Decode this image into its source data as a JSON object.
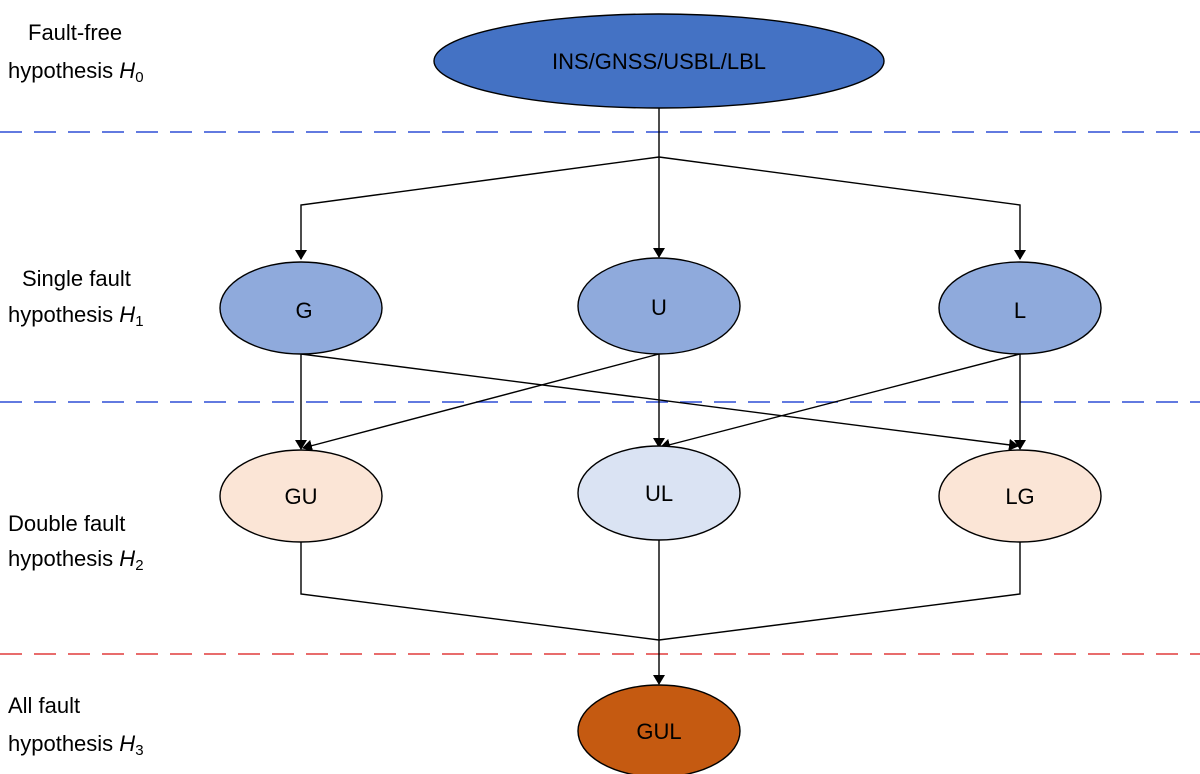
{
  "levels": [
    {
      "id": "h0",
      "line1": "Fault-free",
      "line2_text": "hypothesis ",
      "symbol": "H",
      "subscript": "0"
    },
    {
      "id": "h1",
      "line1": "Single fault",
      "line2_text": "hypothesis ",
      "symbol": "H",
      "subscript": "1"
    },
    {
      "id": "h2",
      "line1": "Double fault",
      "line2_text": "hypothesis ",
      "symbol": "H",
      "subscript": "2"
    },
    {
      "id": "h3",
      "line1": "All fault",
      "line2_text": "hypothesis ",
      "symbol": "H",
      "subscript": "3"
    }
  ],
  "nodes": {
    "root": {
      "label": "INS/GNSS/USBL/LBL",
      "color": "#4472C4"
    },
    "g": {
      "label": "G",
      "color": "#8FAADC"
    },
    "u": {
      "label": "U",
      "color": "#8FAADC"
    },
    "l": {
      "label": "L",
      "color": "#8FAADC"
    },
    "gu": {
      "label": "GU",
      "color": "#FBE5D6"
    },
    "ul": {
      "label": "UL",
      "color": "#DAE3F3"
    },
    "lg": {
      "label": "LG",
      "color": "#FBE5D6"
    },
    "gul": {
      "label": "GUL",
      "color": "#C55A11"
    }
  },
  "separators": [
    {
      "id": "sep-1",
      "color": "#2E4FD6"
    },
    {
      "id": "sep-2",
      "color": "#2E4FD6"
    },
    {
      "id": "sep-3",
      "color": "#E03C3C"
    }
  ]
}
